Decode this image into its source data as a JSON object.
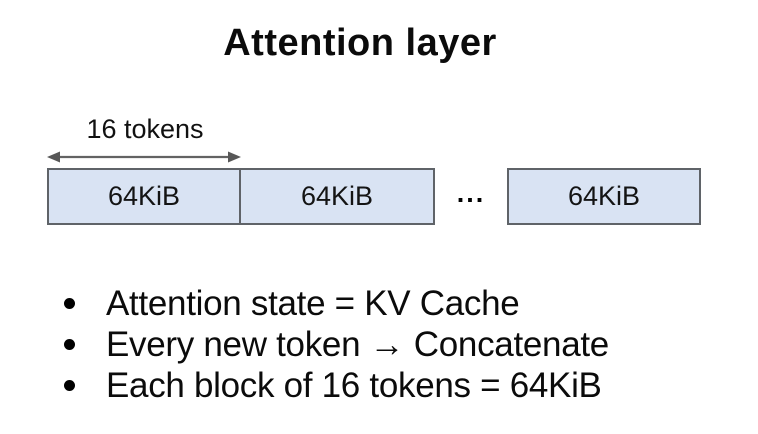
{
  "slide": {
    "title": "Attention layer",
    "colors": {
      "background": "#ffffff",
      "block_fill": "#d9e3f3",
      "block_border": "#5f6368",
      "arrow": "#636363",
      "text": "#0b0b0b"
    },
    "diagram": {
      "measure_label": "16 tokens",
      "blocks": [
        {
          "label": "64KiB"
        },
        {
          "label": "64KiB"
        },
        {
          "label": "64KiB"
        }
      ],
      "ellipsis": "..."
    },
    "bullets": [
      "Attention state = KV Cache",
      "Every new token → Concatenate",
      "Each block of 16 tokens = 64KiB"
    ]
  }
}
